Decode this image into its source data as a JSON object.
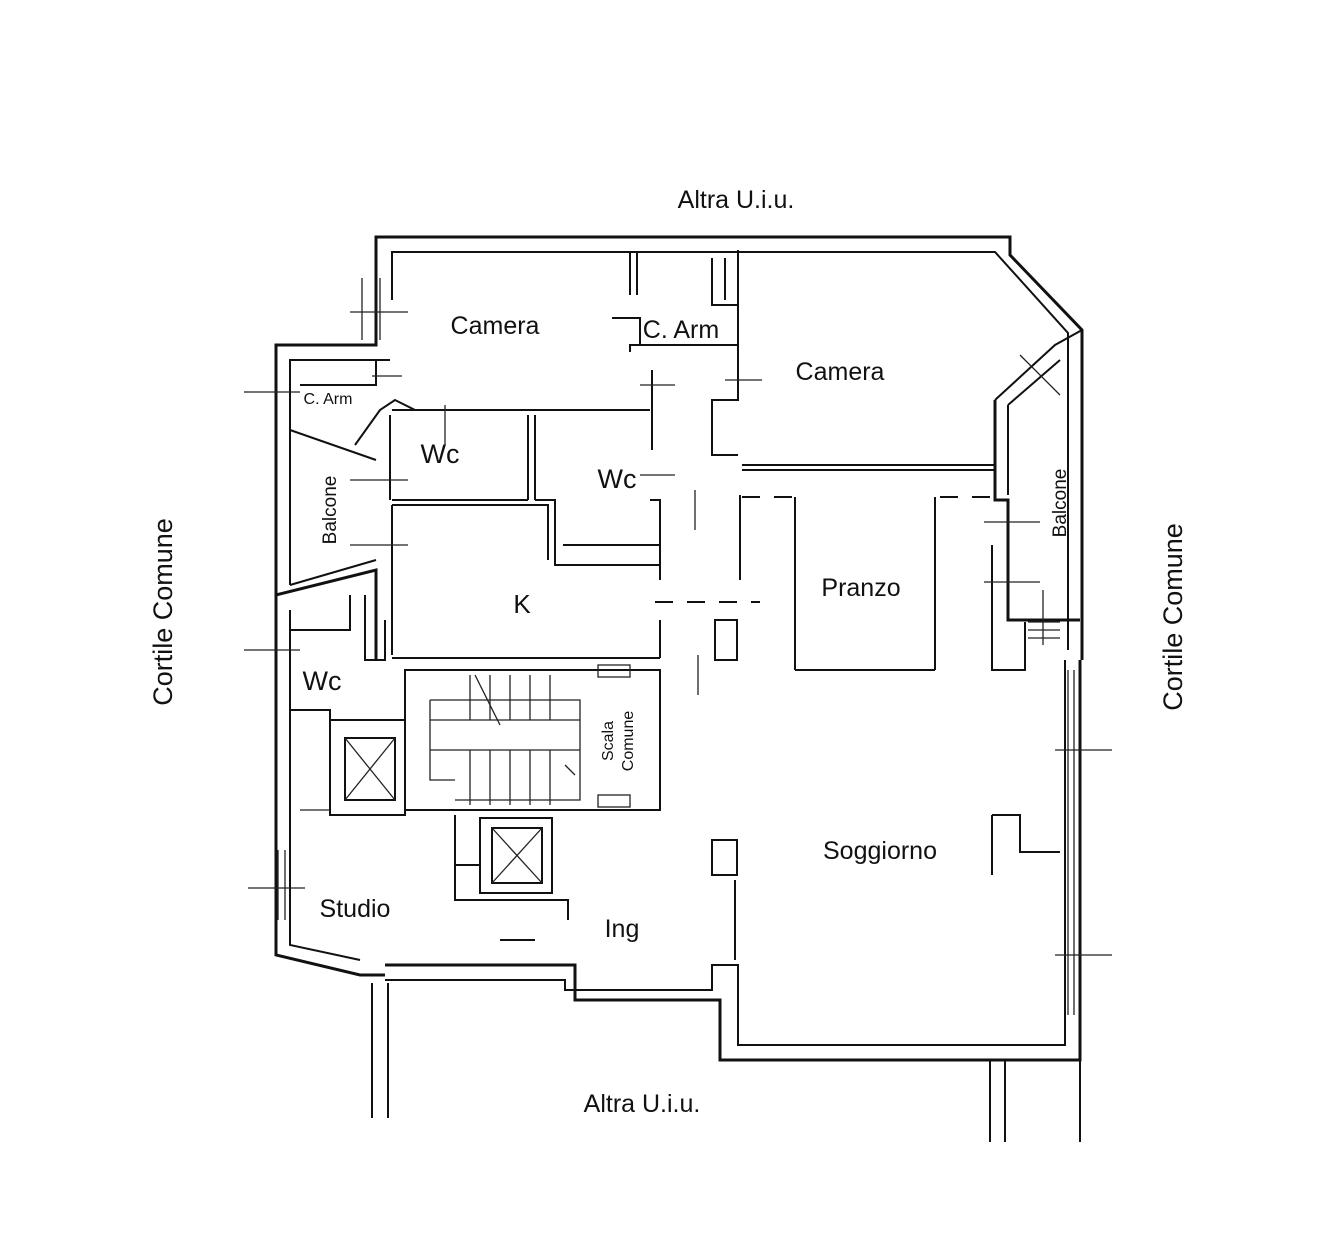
{
  "plan": {
    "labels": {
      "top_neighbor": "Altra U.i.u.",
      "bottom_neighbor": "Altra U.i.u.",
      "left_courtyard": "Cortile Comune",
      "right_courtyard": "Cortile Comune"
    },
    "rooms": {
      "camera_1": "Camera",
      "c_arm_1": "C. Arm",
      "camera_2": "Camera",
      "c_arm_2": "C. Arm",
      "wc_1": "Wc",
      "wc_2": "Wc",
      "wc_3": "Wc",
      "balcone_left": "Balcone",
      "balcone_right": "Balcone",
      "kitchen": "K",
      "pranzo": "Pranzo",
      "scala_line1": "Scala",
      "scala_line2": "Comune",
      "soggiorno": "Soggiorno",
      "studio": "Studio",
      "ingresso": "Ing"
    }
  }
}
